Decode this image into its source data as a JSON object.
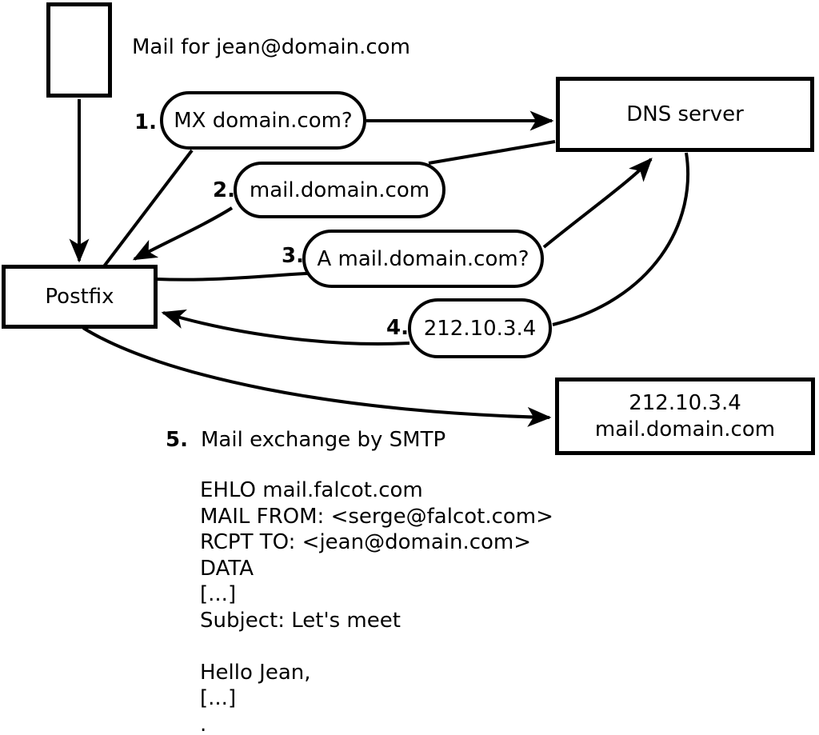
{
  "diagram": {
    "note": "Mail for jean@domain.com",
    "nodes": {
      "postfix": {
        "label": "Postfix"
      },
      "dns": {
        "label": "DNS server"
      },
      "mailserver": {
        "line1": "212.10.3.4",
        "line2": "mail.domain.com"
      }
    },
    "steps": [
      {
        "num": "1.",
        "label": "MX domain.com?"
      },
      {
        "num": "2.",
        "label": "mail.domain.com"
      },
      {
        "num": "3.",
        "label": "A mail.domain.com?"
      },
      {
        "num": "4.",
        "label": "212.10.3.4"
      },
      {
        "num": "5.",
        "label": "Mail exchange by SMTP"
      }
    ],
    "smtp_session": [
      "EHLO mail.falcot.com",
      "MAIL FROM: <serge@falcot.com>",
      "RCPT TO: <jean@domain.com>",
      "DATA",
      "[...]",
      "Subject: Let's meet",
      "",
      "Hello Jean,",
      "[...]",
      "."
    ],
    "colors": {
      "line": "#000000",
      "background": "#ffffff"
    }
  }
}
